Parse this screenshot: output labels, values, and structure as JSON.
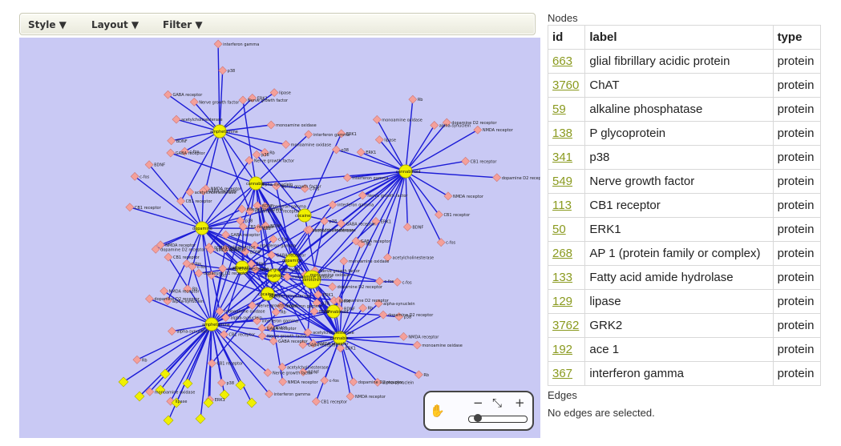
{
  "toolbar": {
    "style": "Style ▼",
    "layout": "Layout ▼",
    "filter": "Filter ▼"
  },
  "graph": {
    "colors": {
      "background": "#c9c9f4",
      "edge": "#1b1bd6",
      "protein_node": "#f4a09a",
      "hub_node": "#f0f000"
    },
    "hub_labels": [
      "amphetamine",
      "cannabinoid",
      "cannabis",
      "cocaine",
      "dopamine",
      "ethanol",
      "morphine",
      "serotonin"
    ],
    "node_labels": [
      "monoamine oxidase",
      "Rb",
      "alpha-synuclein",
      "dopamine D2 receptor",
      "NMDA receptor",
      "CB1 receptor",
      "c-fos",
      "BDNF",
      "acetylcholinesterase",
      "GABA receptor",
      "Nerve growth factor",
      "interferon gamma",
      "p38",
      "ERK1",
      "lipase"
    ],
    "tags": [
      "hub-b",
      "hub-a",
      "hub-c",
      "hub-d",
      "hub-e",
      "hub-f",
      "hub-g",
      "hub-h",
      "hub-i",
      "hub-j",
      "hub-k",
      "hub-l",
      "hub-m"
    ]
  },
  "nodes_panel": {
    "title": "Nodes",
    "columns": [
      "id",
      "label",
      "type"
    ],
    "rows": [
      {
        "id": "663",
        "label": "glial fibrillary acidic protein",
        "type": "protein"
      },
      {
        "id": "3760",
        "label": "ChAT",
        "type": "protein"
      },
      {
        "id": "59",
        "label": "alkaline phosphatase",
        "type": "protein"
      },
      {
        "id": "138",
        "label": "P glycoprotein",
        "type": "protein"
      },
      {
        "id": "341",
        "label": "p38",
        "type": "protein"
      },
      {
        "id": "549",
        "label": "Nerve growth factor",
        "type": "protein"
      },
      {
        "id": "113",
        "label": "CB1 receptor",
        "type": "protein"
      },
      {
        "id": "50",
        "label": "ERK1",
        "type": "protein"
      },
      {
        "id": "268",
        "label": "AP 1 (protein family or complex)",
        "type": "protein"
      },
      {
        "id": "133",
        "label": "Fatty acid amide hydrolase",
        "type": "protein"
      },
      {
        "id": "129",
        "label": "lipase",
        "type": "protein"
      },
      {
        "id": "3762",
        "label": "GRK2",
        "type": "protein"
      },
      {
        "id": "192",
        "label": "ace 1",
        "type": "protein"
      },
      {
        "id": "367",
        "label": "interferon gamma",
        "type": "protein"
      }
    ]
  },
  "edges_panel": {
    "title": "Edges",
    "message": "No edges are selected."
  },
  "nav": {
    "minus": "−",
    "plus": "+",
    "fit": "⤡",
    "pan": "✋"
  }
}
